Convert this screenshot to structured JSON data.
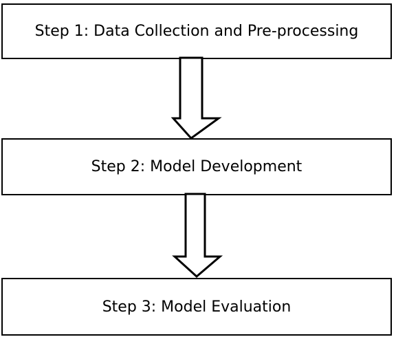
{
  "flowchart": {
    "steps": [
      {
        "label": "Step 1: Data Collection and Pre-processing"
      },
      {
        "label": "Step 2: Model Development"
      },
      {
        "label": "Step 3: Model Evaluation"
      }
    ]
  }
}
